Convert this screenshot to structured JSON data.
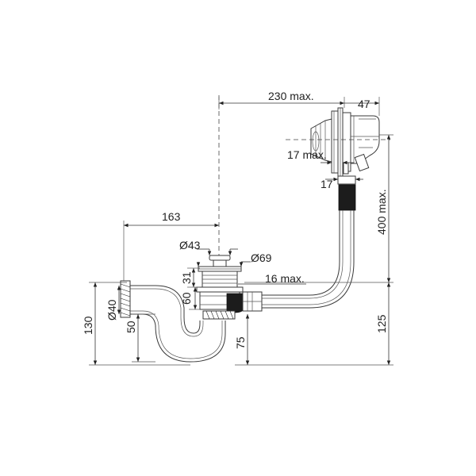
{
  "labels": {
    "d230": "230 max.",
    "d47": "47",
    "d17max": "17 max.",
    "d17": "17",
    "d400": "400 max.",
    "d163": "163",
    "d43": "Ø43",
    "d69": "Ø69",
    "d31": "31",
    "d16": "16 max.",
    "d60": "60",
    "d130": "130",
    "d40": "Ø40",
    "d50": "50",
    "d75": "75",
    "d125": "125"
  }
}
